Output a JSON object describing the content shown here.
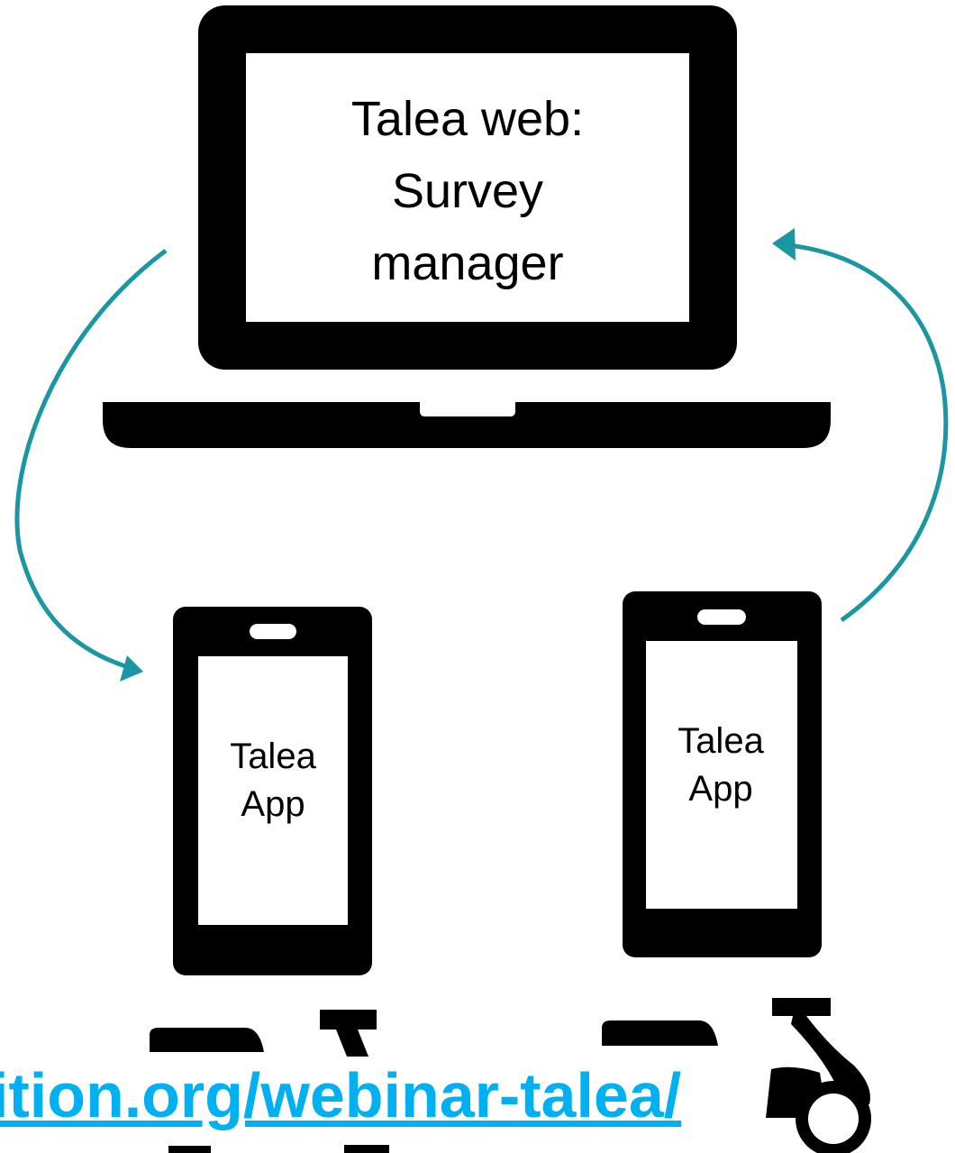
{
  "laptop": {
    "label_line1": "Talea web:",
    "label_line2": "Survey",
    "label_line3": "manager"
  },
  "phone_left": {
    "label_line1": "Talea",
    "label_line2": "App"
  },
  "phone_right": {
    "label_line1": "Talea",
    "label_line2": "App"
  },
  "link": {
    "text": "ition.org/webinar-talea/"
  },
  "icons": {
    "laptop": "laptop-icon",
    "phone": "smartphone-icon",
    "arrow": "curved-arrow-icon",
    "scooter": "scooter-icon"
  },
  "colors": {
    "arrow": "#1a97a3",
    "link": "#00b0f0",
    "device": "#000000",
    "screen": "#ffffff"
  }
}
